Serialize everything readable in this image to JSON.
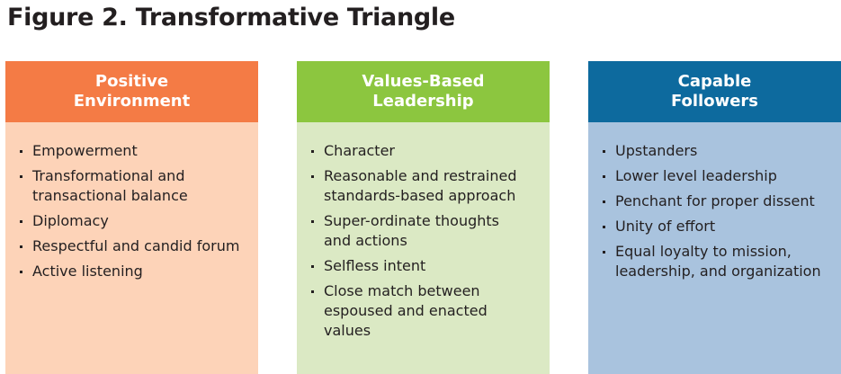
{
  "title": "Figure 2. Transformative Triangle",
  "columns": [
    {
      "header": [
        "Positive",
        "Environment"
      ],
      "header_color": "#f47b45",
      "body_color": "#fdd3b8",
      "items": [
        [
          "Empowerment"
        ],
        [
          "Transformational and",
          "transactional balance"
        ],
        [
          "Diplomacy"
        ],
        [
          "Respectful and candid forum"
        ],
        [
          "Active listening"
        ]
      ]
    },
    {
      "header": [
        "Values-Based",
        "Leadership"
      ],
      "header_color": "#8cc63f",
      "body_color": "#dbe9c4",
      "items": [
        [
          "Character"
        ],
        [
          "Reasonable and restrained",
          "standards-based approach"
        ],
        [
          "Super-ordinate thoughts",
          "and actions"
        ],
        [
          "Selfless intent"
        ],
        [
          "Close match between",
          "espoused and enacted",
          "values"
        ]
      ]
    },
    {
      "header": [
        "Capable",
        "Followers"
      ],
      "header_color": "#0d6a9e",
      "body_color": "#a9c3de",
      "items": [
        [
          "Upstanders"
        ],
        [
          "Lower level leadership"
        ],
        [
          "Penchant for proper dissent"
        ],
        [
          "Unity of effort"
        ],
        [
          "Equal loyalty to mission,",
          "leadership, and organization"
        ]
      ]
    }
  ]
}
